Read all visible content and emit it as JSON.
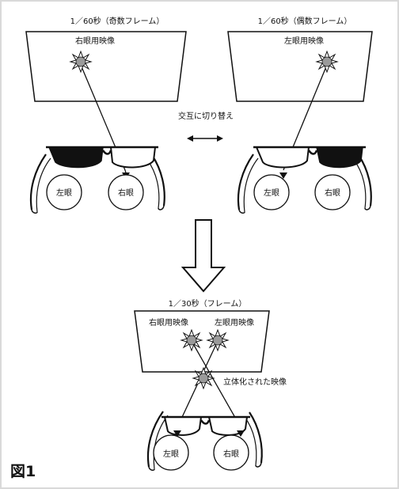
{
  "top_left": {
    "frame_label": "1／60秒（奇数フレーム）",
    "screen_caption": "右眼用映像",
    "left_eye": "左眼",
    "right_eye": "右眼"
  },
  "top_right": {
    "frame_label": "1／60秒（偶数フレーム）",
    "screen_caption": "左眼用映像",
    "left_eye": "左眼",
    "right_eye": "右眼"
  },
  "switch_label": "交互に切り替え",
  "bottom": {
    "frame_label": "1／30秒（フレーム）",
    "caption_right_image": "右眼用映像",
    "caption_left_image": "左眼用映像",
    "stereo_label": "立体化された映像",
    "left_eye": "左眼",
    "right_eye": "右眼"
  },
  "figure_label": "図1",
  "colors": {
    "frame": "#d9d9d9",
    "line": "#111111",
    "lens_dark": "#111111",
    "star": "#9a9a9a"
  }
}
